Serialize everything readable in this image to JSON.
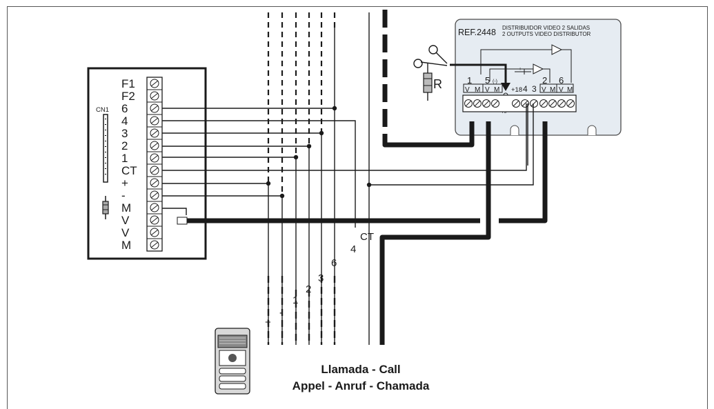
{
  "panel": {
    "connector_label": "CN1",
    "terminals": [
      "F1",
      "F2",
      "6",
      "4",
      "3",
      "2",
      "1",
      "CT",
      "+",
      "-",
      "M",
      "V",
      "V",
      "M"
    ]
  },
  "distributor": {
    "ref": "REF.2448",
    "title_es": "DISTRIBUIDOR VIDEO 2 SALIDAS",
    "title_en": "2 OUTPUTS VIDEO DISTRIBUTOR",
    "group_labels": [
      "1",
      "5",
      "2",
      "6"
    ],
    "polarity_mark": "(-)",
    "terminal_labels": [
      "V",
      "M",
      "V",
      "M",
      "+18",
      "4",
      "3",
      "V",
      "M",
      "V",
      "M"
    ],
    "impedance_label": "75",
    "resistor_mark": "R"
  },
  "resistor_label": "R",
  "wire_labels": [
    "+",
    "-",
    "1",
    "2",
    "3",
    "6",
    "4",
    "CT"
  ],
  "caption": {
    "line1": "Llamada - Call",
    "line2": "Appel - Anruf - Chamada"
  }
}
